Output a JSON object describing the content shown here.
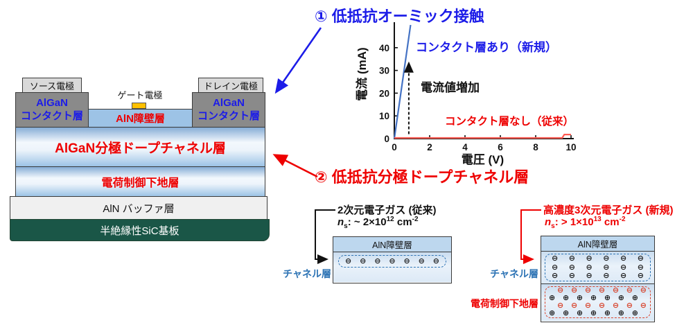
{
  "colors": {
    "blue": "#1c1ce8",
    "red": "#ee0000",
    "line_blue": "#4472C4",
    "line_red": "#ff5a52",
    "diagram_blue": "#2E74B5",
    "symbol_red": "#D8432B",
    "gate_orange": "#FFC000",
    "substrate_green": "#1A5647"
  },
  "annotations": {
    "point1": "① 低抵抗オーミック接触",
    "point2": "② 低抵抗分極ドープチャネル層"
  },
  "device": {
    "source_electrode": "ソース電極",
    "gate_electrode": "ゲート電極",
    "drain_electrode": "ドレイン電極",
    "contact_line1": "AlGaN",
    "contact_line2": "コンタクト層",
    "barrier": "AlN障壁層",
    "channel": "AlGaN分極ドープチャネル層",
    "underlayer": "電荷制御下地層",
    "buffer": "AlN バッファ層",
    "substrate": "半絶縁性SiC基板"
  },
  "chart_data": {
    "type": "line",
    "xlabel": "電圧 (V)",
    "ylabel": "電流 (mA)",
    "xlim": [
      0,
      10
    ],
    "ylim": [
      0,
      50
    ],
    "xticks": [
      0,
      2,
      4,
      6,
      8,
      10
    ],
    "yticks": [
      0,
      10,
      20,
      30,
      40
    ],
    "grid": false,
    "series": [
      {
        "name": "コンタクト層あり（新規）",
        "color": "#4472C4",
        "points": [
          [
            0,
            0
          ],
          [
            0.92,
            50
          ]
        ]
      },
      {
        "name": "コンタクト層なし（従来）",
        "color": "#ff5a52",
        "points": [
          [
            0,
            0.3
          ],
          [
            9.5,
            0.3
          ],
          [
            9.62,
            1.8
          ],
          [
            10,
            1.8
          ]
        ]
      }
    ],
    "annotation": {
      "text": "電流値増加",
      "arrow_x": 0.82,
      "y0": 2,
      "y1": 33
    }
  },
  "diagram_left": {
    "caption": "2次元電子ガス (従来)",
    "density": {
      "sym": "n",
      "sub": "s",
      "rel": ": ~ 2×10",
      "exp": "12",
      "unit": " cm",
      "uexp": "-2"
    },
    "barrier": "AlN障壁層",
    "channel_label": "チャネル層",
    "rows": [
      {
        "glyph": "⊖",
        "color": "#1a1a1a",
        "count": 7
      }
    ]
  },
  "diagram_right": {
    "caption": "高濃度3次元電子ガス (新規)",
    "density": {
      "sym": "n",
      "sub": "s",
      "rel": ": > 1×10",
      "exp": "13",
      "unit": " cm",
      "uexp": "-2"
    },
    "barrier": "AlN障壁層",
    "channel_label": "チャネル層",
    "underlayer_label": "電荷制御下地層",
    "channel_rows": [
      {
        "glyph": "⊖",
        "color": "#1a1a1a",
        "count": 6
      },
      {
        "glyph": "⊖",
        "color": "#1a1a1a",
        "count": 6
      },
      {
        "glyph": "⊖",
        "color": "#1a1a1a",
        "count": 6
      }
    ],
    "underlayer_rows": [
      {
        "glyph": "⊖",
        "color": "#D8432B",
        "count": 7,
        "offset": "right"
      },
      {
        "glyph": "⊕",
        "color": "#1a1a1a",
        "count": 7,
        "offset": "left"
      },
      {
        "glyph": "⊖",
        "color": "#D8432B",
        "count": 7,
        "offset": "right"
      },
      {
        "glyph": "⊕",
        "color": "#1a1a1a",
        "count": 7,
        "offset": "left"
      }
    ]
  }
}
